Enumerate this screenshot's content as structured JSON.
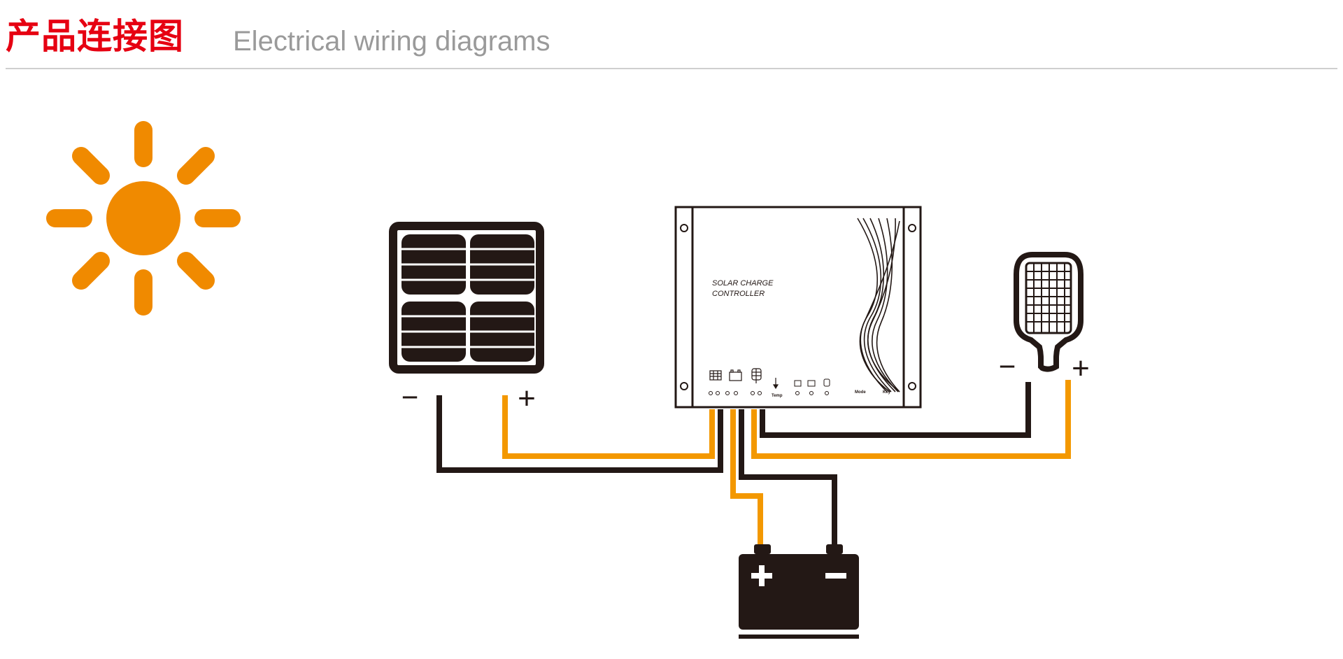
{
  "header": {
    "title_cn": "产品连接图",
    "title_en": "Electrical wiring diagrams"
  },
  "controller": {
    "label_line1": "SOLAR CHARGE",
    "label_line2": "CONTROLLER",
    "temp_label": "Temp",
    "mode_label": "Mode",
    "key_label": "Key"
  },
  "panel": {
    "minus": "−",
    "plus": "+"
  },
  "lamp": {
    "minus": "−",
    "plus": "+"
  },
  "battery": {
    "plus": "+",
    "minus": "−"
  },
  "colors": {
    "title_red": "#e60012",
    "subtitle_gray": "#9a9a9a",
    "sun_orange": "#f08a00",
    "wire_orange": "#f39800",
    "wire_black": "#231815"
  },
  "icons": [
    "sun-icon",
    "solar-panel-icon",
    "charge-controller-icon",
    "led-lamp-icon",
    "battery-icon"
  ]
}
